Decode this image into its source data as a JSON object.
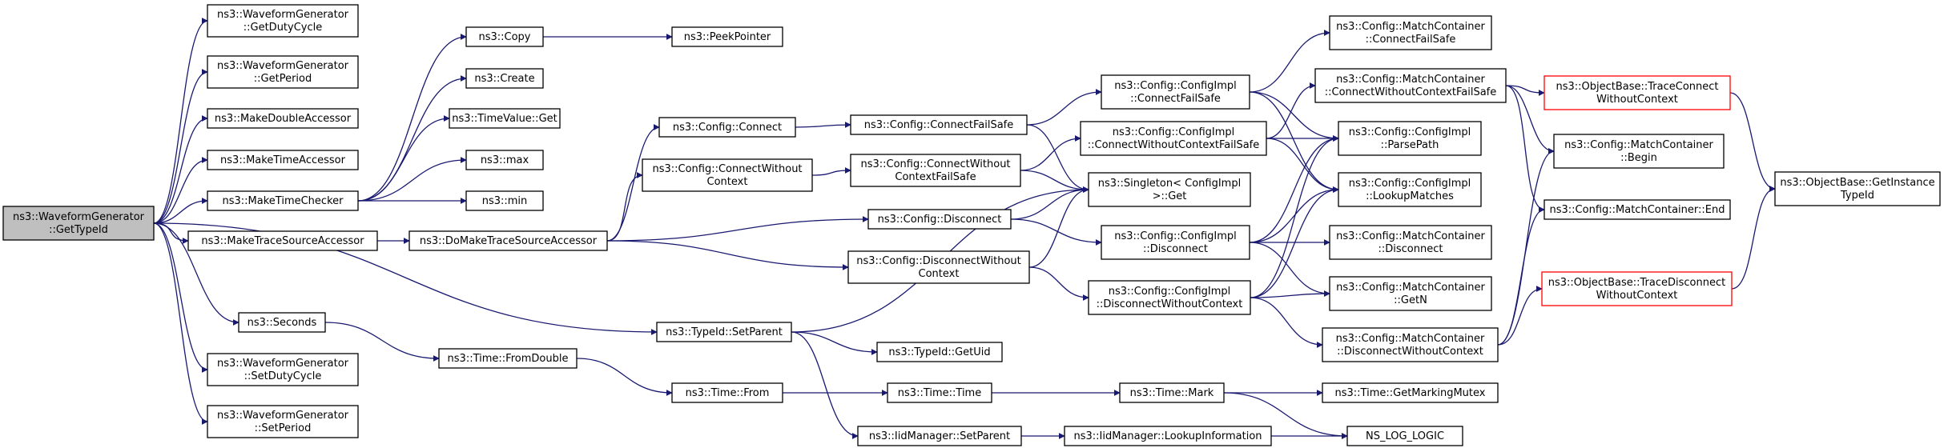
{
  "graph": {
    "root": "GetTypeId",
    "nodes": [
      {
        "id": "GetTypeId",
        "lines": [
          "ns3::WaveformGenerator",
          "::GetTypeId"
        ],
        "root": true
      },
      {
        "id": "GetDutyCycle",
        "lines": [
          "ns3::WaveformGenerator",
          "::GetDutyCycle"
        ]
      },
      {
        "id": "GetPeriod",
        "lines": [
          "ns3::WaveformGenerator",
          "::GetPeriod"
        ]
      },
      {
        "id": "MakeDoubleAccessor",
        "lines": [
          "ns3::MakeDoubleAccessor"
        ]
      },
      {
        "id": "MakeTimeAccessor",
        "lines": [
          "ns3::MakeTimeAccessor"
        ]
      },
      {
        "id": "MakeTimeChecker",
        "lines": [
          "ns3::MakeTimeChecker"
        ]
      },
      {
        "id": "MakeTraceSourceAccessor",
        "lines": [
          "ns3::MakeTraceSourceAccessor"
        ]
      },
      {
        "id": "Seconds",
        "lines": [
          "ns3::Seconds"
        ]
      },
      {
        "id": "SetDutyCycle",
        "lines": [
          "ns3::WaveformGenerator",
          "::SetDutyCycle"
        ]
      },
      {
        "id": "SetPeriod",
        "lines": [
          "ns3::WaveformGenerator",
          "::SetPeriod"
        ]
      },
      {
        "id": "Copy",
        "lines": [
          "ns3::Copy"
        ]
      },
      {
        "id": "Create",
        "lines": [
          "ns3::Create"
        ]
      },
      {
        "id": "TimeValueGet",
        "lines": [
          "ns3::TimeValue::Get"
        ]
      },
      {
        "id": "max",
        "lines": [
          "ns3::max"
        ]
      },
      {
        "id": "min",
        "lines": [
          "ns3::min"
        ]
      },
      {
        "id": "PeekPointer",
        "lines": [
          "ns3::PeekPointer"
        ]
      },
      {
        "id": "DoMakeTraceSourceAccessor",
        "lines": [
          "ns3::DoMakeTraceSourceAccessor"
        ]
      },
      {
        "id": "TimeFromDouble",
        "lines": [
          "ns3::Time::FromDouble"
        ]
      },
      {
        "id": "TimeFrom",
        "lines": [
          "ns3::Time::From"
        ]
      },
      {
        "id": "TypeIdSetParent",
        "lines": [
          "ns3::TypeId::SetParent"
        ]
      },
      {
        "id": "ConfigConnect",
        "lines": [
          "ns3::Config::Connect"
        ]
      },
      {
        "id": "ConfigConnectWithoutContext",
        "lines": [
          "ns3::Config::ConnectWithout",
          "Context"
        ]
      },
      {
        "id": "ConfigDisconnect",
        "lines": [
          "ns3::Config::Disconnect"
        ]
      },
      {
        "id": "ConfigDisconnectWithoutContext",
        "lines": [
          "ns3::Config::DisconnectWithout",
          "Context"
        ]
      },
      {
        "id": "TypeIdGetUid",
        "lines": [
          "ns3::TypeId::GetUid"
        ]
      },
      {
        "id": "TimeTime",
        "lines": [
          "ns3::Time::Time"
        ]
      },
      {
        "id": "IidSetParent",
        "lines": [
          "ns3::IidManager::SetParent"
        ]
      },
      {
        "id": "ConfigConnectFailSafe",
        "lines": [
          "ns3::Config::ConnectFailSafe"
        ]
      },
      {
        "id": "ConfigConnectWithoutContextFailSafe",
        "lines": [
          "ns3::Config::ConnectWithout",
          "ContextFailSafe"
        ]
      },
      {
        "id": "ImplConnectFailSafe",
        "lines": [
          "ns3::Config::ConfigImpl",
          "::ConnectFailSafe"
        ]
      },
      {
        "id": "ImplConnectWithoutContextFailSafe",
        "lines": [
          "ns3::Config::ConfigImpl",
          "::ConnectWithoutContextFailSafe"
        ]
      },
      {
        "id": "SingletonGet",
        "lines": [
          "ns3::Singleton< ConfigImpl",
          " >::Get"
        ]
      },
      {
        "id": "ImplDisconnect",
        "lines": [
          "ns3::Config::ConfigImpl",
          "::Disconnect"
        ]
      },
      {
        "id": "ImplDisconnectWithoutContext",
        "lines": [
          "ns3::Config::ConfigImpl",
          "::DisconnectWithoutContext"
        ]
      },
      {
        "id": "TimeMark",
        "lines": [
          "ns3::Time::Mark"
        ]
      },
      {
        "id": "IidLookupInformation",
        "lines": [
          "ns3::IidManager::LookupInformation"
        ]
      },
      {
        "id": "MCConnectFailSafe",
        "lines": [
          "ns3::Config::MatchContainer",
          "::ConnectFailSafe"
        ]
      },
      {
        "id": "MCConnectWithoutContextFailSafe",
        "lines": [
          "ns3::Config::MatchContainer",
          "::ConnectWithoutContextFailSafe"
        ]
      },
      {
        "id": "ImplParsePath",
        "lines": [
          "ns3::Config::ConfigImpl",
          "::ParsePath"
        ]
      },
      {
        "id": "ImplLookupMatches",
        "lines": [
          "ns3::Config::ConfigImpl",
          "::LookupMatches"
        ]
      },
      {
        "id": "MCDisconnect",
        "lines": [
          "ns3::Config::MatchContainer",
          "::Disconnect"
        ]
      },
      {
        "id": "MCGetN",
        "lines": [
          "ns3::Config::MatchContainer",
          "::GetN"
        ]
      },
      {
        "id": "MCDisconnectWithoutContext",
        "lines": [
          "ns3::Config::MatchContainer",
          "::DisconnectWithoutContext"
        ]
      },
      {
        "id": "GetMarkingMutex",
        "lines": [
          "ns3::Time::GetMarkingMutex"
        ]
      },
      {
        "id": "NS_LOG_LOGIC",
        "lines": [
          "NS_LOG_LOGIC"
        ]
      },
      {
        "id": "TraceConnectWithoutContext",
        "lines": [
          "ns3::ObjectBase::TraceConnect",
          "WithoutContext"
        ],
        "red": true
      },
      {
        "id": "MCBegin",
        "lines": [
          "ns3::Config::MatchContainer",
          "::Begin"
        ]
      },
      {
        "id": "MCEnd",
        "lines": [
          "ns3::Config::MatchContainer::End"
        ]
      },
      {
        "id": "TraceDisconnectWithoutContext",
        "lines": [
          "ns3::ObjectBase::TraceDisconnect",
          "WithoutContext"
        ],
        "red": true
      },
      {
        "id": "GetInstanceTypeId",
        "lines": [
          "ns3::ObjectBase::GetInstance",
          "TypeId"
        ]
      }
    ],
    "edges": [
      [
        "GetTypeId",
        "GetDutyCycle"
      ],
      [
        "GetTypeId",
        "GetPeriod"
      ],
      [
        "GetTypeId",
        "MakeDoubleAccessor"
      ],
      [
        "GetTypeId",
        "MakeTimeAccessor"
      ],
      [
        "GetTypeId",
        "MakeTimeChecker"
      ],
      [
        "GetTypeId",
        "MakeTraceSourceAccessor"
      ],
      [
        "GetTypeId",
        "Seconds"
      ],
      [
        "GetTypeId",
        "SetDutyCycle"
      ],
      [
        "GetTypeId",
        "SetPeriod"
      ],
      [
        "GetTypeId",
        "TypeIdSetParent"
      ],
      [
        "MakeTimeChecker",
        "Copy"
      ],
      [
        "MakeTimeChecker",
        "Create"
      ],
      [
        "MakeTimeChecker",
        "TimeValueGet"
      ],
      [
        "MakeTimeChecker",
        "max"
      ],
      [
        "MakeTimeChecker",
        "min"
      ],
      [
        "Copy",
        "PeekPointer"
      ],
      [
        "MakeTraceSourceAccessor",
        "DoMakeTraceSourceAccessor"
      ],
      [
        "DoMakeTraceSourceAccessor",
        "ConfigConnect"
      ],
      [
        "DoMakeTraceSourceAccessor",
        "ConfigConnectWithoutContext"
      ],
      [
        "DoMakeTraceSourceAccessor",
        "ConfigDisconnect"
      ],
      [
        "DoMakeTraceSourceAccessor",
        "ConfigDisconnectWithoutContext"
      ],
      [
        "Seconds",
        "TimeFromDouble"
      ],
      [
        "TimeFromDouble",
        "TimeFrom"
      ],
      [
        "TimeFrom",
        "TimeTime"
      ],
      [
        "TimeTime",
        "TimeMark"
      ],
      [
        "TimeMark",
        "GetMarkingMutex"
      ],
      [
        "TimeMark",
        "NS_LOG_LOGIC"
      ],
      [
        "TypeIdSetParent",
        "TypeIdGetUid"
      ],
      [
        "TypeIdSetParent",
        "IidSetParent"
      ],
      [
        "TypeIdSetParent",
        "SingletonGet"
      ],
      [
        "IidSetParent",
        "IidLookupInformation"
      ],
      [
        "IidLookupInformation",
        "NS_LOG_LOGIC"
      ],
      [
        "ConfigConnect",
        "ConfigConnectFailSafe"
      ],
      [
        "ConfigConnectWithoutContext",
        "ConfigConnectWithoutContextFailSafe"
      ],
      [
        "ConfigConnectFailSafe",
        "ImplConnectFailSafe"
      ],
      [
        "ConfigConnectFailSafe",
        "SingletonGet"
      ],
      [
        "ConfigConnectWithoutContextFailSafe",
        "ImplConnectWithoutContextFailSafe"
      ],
      [
        "ConfigConnectWithoutContextFailSafe",
        "SingletonGet"
      ],
      [
        "ConfigDisconnect",
        "SingletonGet"
      ],
      [
        "ConfigDisconnect",
        "ImplDisconnect"
      ],
      [
        "ConfigDisconnectWithoutContext",
        "SingletonGet"
      ],
      [
        "ConfigDisconnectWithoutContext",
        "ImplDisconnectWithoutContext"
      ],
      [
        "ImplConnectFailSafe",
        "MCConnectFailSafe"
      ],
      [
        "ImplConnectFailSafe",
        "ImplParsePath"
      ],
      [
        "ImplConnectFailSafe",
        "ImplLookupMatches"
      ],
      [
        "ImplConnectWithoutContextFailSafe",
        "MCConnectWithoutContextFailSafe"
      ],
      [
        "ImplConnectWithoutContextFailSafe",
        "ImplParsePath"
      ],
      [
        "ImplConnectWithoutContextFailSafe",
        "ImplLookupMatches"
      ],
      [
        "ImplDisconnect",
        "MCDisconnect"
      ],
      [
        "ImplDisconnect",
        "MCGetN"
      ],
      [
        "ImplDisconnect",
        "ImplParsePath"
      ],
      [
        "ImplDisconnect",
        "ImplLookupMatches"
      ],
      [
        "ImplDisconnectWithoutContext",
        "MCDisconnectWithoutContext"
      ],
      [
        "ImplDisconnectWithoutContext",
        "MCGetN"
      ],
      [
        "ImplDisconnectWithoutContext",
        "ImplParsePath"
      ],
      [
        "ImplDisconnectWithoutContext",
        "ImplLookupMatches"
      ],
      [
        "MCConnectWithoutContextFailSafe",
        "TraceConnectWithoutContext"
      ],
      [
        "MCConnectWithoutContextFailSafe",
        "MCBegin"
      ],
      [
        "MCConnectWithoutContextFailSafe",
        "MCEnd"
      ],
      [
        "MCDisconnectWithoutContext",
        "TraceDisconnectWithoutContext"
      ],
      [
        "MCDisconnectWithoutContext",
        "MCBegin"
      ],
      [
        "MCDisconnectWithoutContext",
        "MCEnd"
      ],
      [
        "TraceConnectWithoutContext",
        "GetInstanceTypeId"
      ],
      [
        "TraceDisconnectWithoutContext",
        "GetInstanceTypeId"
      ]
    ]
  }
}
